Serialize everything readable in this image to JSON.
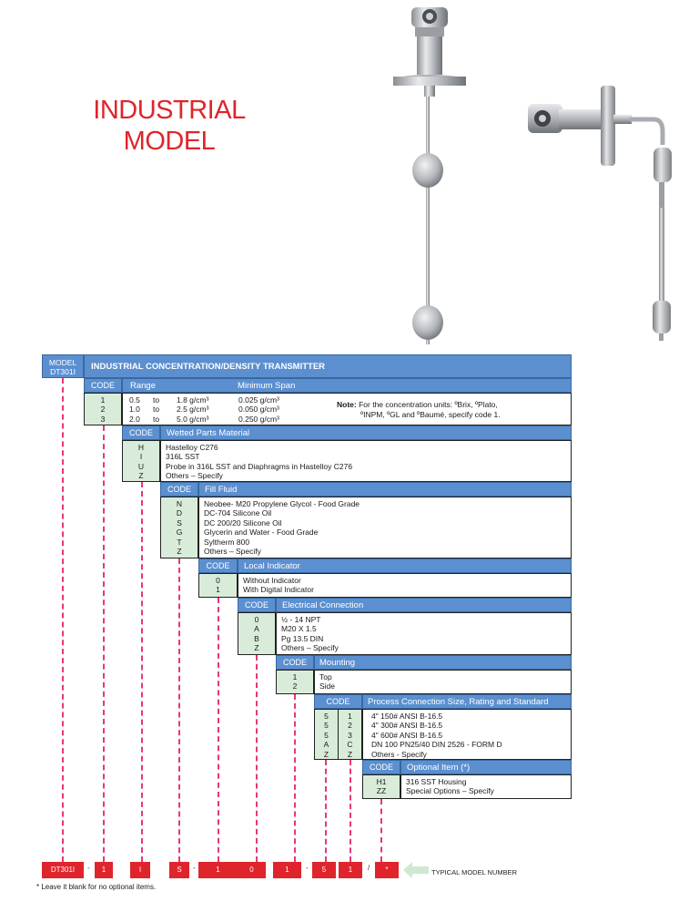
{
  "page_title_lines": [
    "INDUSTRIAL",
    "MODEL"
  ],
  "model": {
    "label": "MODEL",
    "value": "DT301I"
  },
  "main_header": "INDUSTRIAL CONCENTRATION/DENSITY TRANSMITTER",
  "range_section": {
    "code_label": "CODE",
    "range_label": "Range",
    "span_label": "Minimum Span",
    "codes": [
      "1",
      "2",
      "3"
    ],
    "rows": [
      {
        "from": "0.5",
        "to": "to",
        "upper": "1.8 g/cm³",
        "span": "0.025 g/cm³"
      },
      {
        "from": "1.0",
        "to": "to",
        "upper": "2.5 g/cm³",
        "span": "0.050 g/cm³"
      },
      {
        "from": "2.0",
        "to": "to",
        "upper": "5.0 g/cm³",
        "span": "0.250 g/cm³"
      }
    ],
    "note_bold": "Note:",
    "note_line1": " For the concentration units: ºBrix, ºPlato,",
    "note_line2": "ºINPM, ºGL and ºBaumé, specify code 1."
  },
  "wetted": {
    "code_label": "CODE",
    "title": "Wetted Parts Material",
    "codes": [
      "H",
      "I",
      "U",
      "Z"
    ],
    "items": [
      "Hastelloy C276",
      "316L SST",
      "Probe in 316L SST and Diaphragms in Hastelloy C276",
      "Others – Specify"
    ]
  },
  "fill": {
    "code_label": "CODE",
    "title": "Fill Fluid",
    "codes": [
      "N",
      "D",
      "S",
      "G",
      "T",
      "Z"
    ],
    "items": [
      "Neobee- M20 Propylene Glycol - Food Grade",
      "DC-704 Silicone Oil",
      "DC 200/20 Silicone Oil",
      "Glycerin and Water - Food Grade",
      "Syltherm 800",
      "Others – Specify"
    ]
  },
  "indicator": {
    "code_label": "CODE",
    "title": "Local Indicator",
    "codes": [
      "0",
      "1"
    ],
    "items": [
      "Without Indicator",
      "With Digital Indicator"
    ]
  },
  "electrical": {
    "code_label": "CODE",
    "title": "Electrical Connection",
    "codes": [
      "0",
      "A",
      "B",
      "Z"
    ],
    "items": [
      "½ - 14 NPT",
      "M20 X 1.5",
      "Pg 13.5 DIN",
      "Others – Specify"
    ]
  },
  "mounting": {
    "code_label": "CODE",
    "title": "Mounting",
    "codes": [
      "1",
      "2"
    ],
    "items": [
      "Top",
      "Side"
    ]
  },
  "process": {
    "code_label": "CODE",
    "title": "Process Connection Size, Rating and Standard",
    "codes_a": [
      "5",
      "5",
      "5",
      "A",
      "Z"
    ],
    "codes_b": [
      "1",
      "2",
      "3",
      "C",
      "Z"
    ],
    "items": [
      "4\"  150#  ANSI  B-16.5",
      "4\"  300#  ANSI  B-16.5",
      "4\"  600#  ANSI  B-16.5",
      "DN 100  PN25/40  DIN 2526 - FORM D",
      "Others - Specify"
    ]
  },
  "optional": {
    "code_label": "CODE",
    "title": "Optional Item (*)",
    "codes": [
      "H1",
      "ZZ"
    ],
    "items": [
      "316 SST Housing",
      "Special Options – Specify"
    ]
  },
  "typical": {
    "pills": [
      "DT301I",
      "1",
      "I",
      "S",
      "1",
      "0",
      "1",
      "5",
      "1",
      "*"
    ],
    "dash": "-",
    "slash": "/",
    "label": "TYPICAL MODEL NUMBER"
  },
  "footnote": "* Leave it blank for no optional items.",
  "colors": {
    "header_blue": "#5b8fd0",
    "code_green": "#d9ecd9",
    "accent_red": "#e0242b",
    "dash_pink": "#e8367a"
  }
}
